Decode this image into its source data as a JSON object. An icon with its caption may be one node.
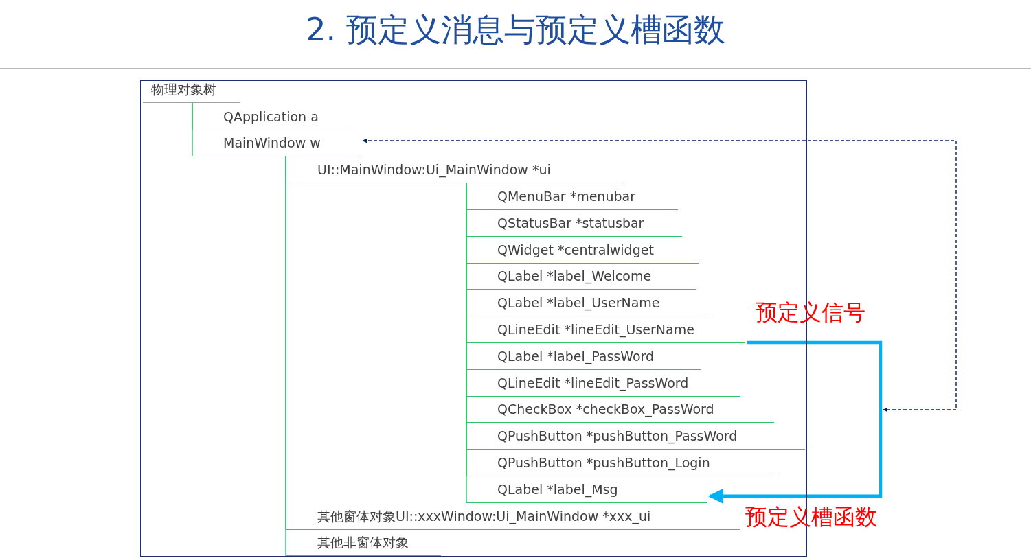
{
  "diagram": {
    "title": "2. 预定义消息与预定义槽函数",
    "nodes": [
      {
        "text": [
          "物理对象树"
        ]
      },
      {
        "text": [
          "QApplication a"
        ]
      },
      {
        "text": [
          "MainWindow w"
        ]
      },
      {
        "text": [
          "UI::MainWindow:Ui_MainWindow *ui"
        ]
      },
      {
        "text": [
          "QMenuBar *menubar"
        ]
      },
      {
        "text": [
          "QStatusBar *statusbar"
        ]
      },
      {
        "text": [
          "QWidget *centralwidget"
        ]
      },
      {
        "text": [
          "QLabel *label_Welcome"
        ]
      },
      {
        "text": [
          "QLabel *label_UserName"
        ]
      },
      {
        "text": [
          "QLineEdit *lineEdit_UserName"
        ]
      },
      {
        "text": [
          "QLabel *label_PassWord"
        ]
      },
      {
        "text": [
          "QLineEdit *lineEdit_PassWord"
        ]
      },
      {
        "text": [
          "QCheckBox *checkBox_PassWord"
        ]
      },
      {
        "text": [
          "QPushButton *pushButton_PassWord"
        ]
      },
      {
        "text": [
          "QPushButton *pushButton_Login"
        ]
      },
      {
        "text": [
          "QLabel *label_Msg"
        ]
      },
      {
        "text": [
          "其他窗体对象UI::xxxWindow:Ui_MainWindow *xxx_ui"
        ]
      },
      {
        "text": [
          "其他非窗体对象"
        ]
      }
    ],
    "edges": [
      {
        "from": 0,
        "to": 1,
        "arrow": "none"
      },
      {
        "from": 0,
        "to": 2,
        "arrow": "none"
      },
      {
        "from": 2,
        "to": 3,
        "arrow": "none"
      },
      {
        "from": 3,
        "to": 4,
        "arrow": "none"
      },
      {
        "from": 3,
        "to": 5,
        "arrow": "none"
      },
      {
        "from": 3,
        "to": 6,
        "arrow": "none"
      },
      {
        "from": 3,
        "to": 7,
        "arrow": "none"
      },
      {
        "from": 3,
        "to": 8,
        "arrow": "none"
      },
      {
        "from": 3,
        "to": 9,
        "arrow": "none"
      },
      {
        "from": 3,
        "to": 10,
        "arrow": "none"
      },
      {
        "from": 3,
        "to": 11,
        "arrow": "none"
      },
      {
        "from": 3,
        "to": 12,
        "arrow": "none"
      },
      {
        "from": 3,
        "to": 13,
        "arrow": "none"
      },
      {
        "from": 3,
        "to": 14,
        "arrow": "none"
      },
      {
        "from": 3,
        "to": 15,
        "arrow": "none"
      },
      {
        "from": 2,
        "to": 16,
        "arrow": "none"
      },
      {
        "from": 2,
        "to": 17,
        "arrow": "none"
      },
      {
        "from": 9,
        "to": 15,
        "arrow": "to",
        "style": "thick",
        "color": "#00b0f0"
      },
      {
        "from": 2,
        "to": null,
        "arrow": "both",
        "style": "dashed",
        "color": "#002060"
      }
    ],
    "labels": [
      "预定义信号",
      "预定义槽函数"
    ]
  }
}
